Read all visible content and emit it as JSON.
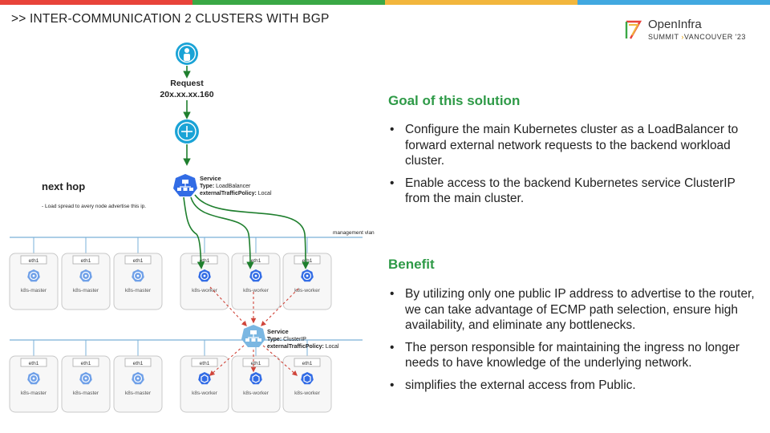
{
  "header": {
    "title": ">>  INTER-COMMUNICATION 2 CLUSTERS WITH BGP",
    "bar_colors": [
      "#e8433a",
      "#3aa845",
      "#f2b63d",
      "#41a8e0"
    ]
  },
  "logo": {
    "name": "OpenInfra",
    "summit": "SUMMIT",
    "separator": "›",
    "location": "VANCOUVER '23"
  },
  "diagram": {
    "request_label": "Request",
    "request_ip": "20x.xx.xx.160",
    "next_hop": "next hop",
    "next_hop_note": "- Load spread to avery node advertise this ip.",
    "management_vlan": "management vlan",
    "lb_service": {
      "title": "Service",
      "type_key": "Type:",
      "type_value": "LoadBalancer",
      "policy_key": "externalTrafficPolicy:",
      "policy_value": "Local"
    },
    "cip_service": {
      "title": "Service",
      "type_key": "Type:",
      "type_value": "ClusterIP",
      "policy_key": "externalTrafficPolicy:",
      "policy_value": "Local"
    },
    "top_nodes": [
      {
        "iface": "eth1",
        "role": "k8s-master"
      },
      {
        "iface": "eth1",
        "role": "k8s-master"
      },
      {
        "iface": "eth1",
        "role": "k8s-master"
      },
      {
        "iface": "eth1",
        "role": "k8s-worker"
      },
      {
        "iface": "eth1",
        "role": "k8s-worker"
      },
      {
        "iface": "eth1",
        "role": "k8s-worker"
      }
    ],
    "bottom_nodes": [
      {
        "iface": "eth1",
        "role": "k8s-master"
      },
      {
        "iface": "eth1",
        "role": "k8s-master"
      },
      {
        "iface": "eth1",
        "role": "k8s-master"
      },
      {
        "iface": "eth1",
        "role": "k8s-worker"
      },
      {
        "iface": "eth1",
        "role": "k8s-worker"
      },
      {
        "iface": "eth1",
        "role": "k8s-worker"
      }
    ],
    "icons": {
      "user": "user-icon",
      "router": "router-icon",
      "service": "service-icon",
      "node": "kubernetes-node-icon",
      "pod": "pod-icon"
    },
    "colors": {
      "green_arrow": "#1f7f2e",
      "red_arrow": "#d0453a",
      "k8s_blue": "#326ce5",
      "router_teal": "#1aa3d6",
      "node_border": "#c8c8c8",
      "vlan_line": "#7ab0d8"
    }
  },
  "goal": {
    "heading": "Goal of this solution",
    "bullets": [
      "Configure the main Kubernetes cluster as a LoadBalancer to forward external network requests to the backend workload cluster.",
      "Enable access to the backend Kubernetes service ClusterIP from the main cluster."
    ]
  },
  "benefit": {
    "heading": "Benefit",
    "bullets": [
      "By utilizing only one public IP address to advertise to the router, we can take advantage of ECMP path selection, ensure high availability, and eliminate any bottlenecks.",
      "The person responsible for maintaining the ingress no longer needs to have knowledge of the underlying network.",
      "simplifies the external access from Public."
    ]
  }
}
